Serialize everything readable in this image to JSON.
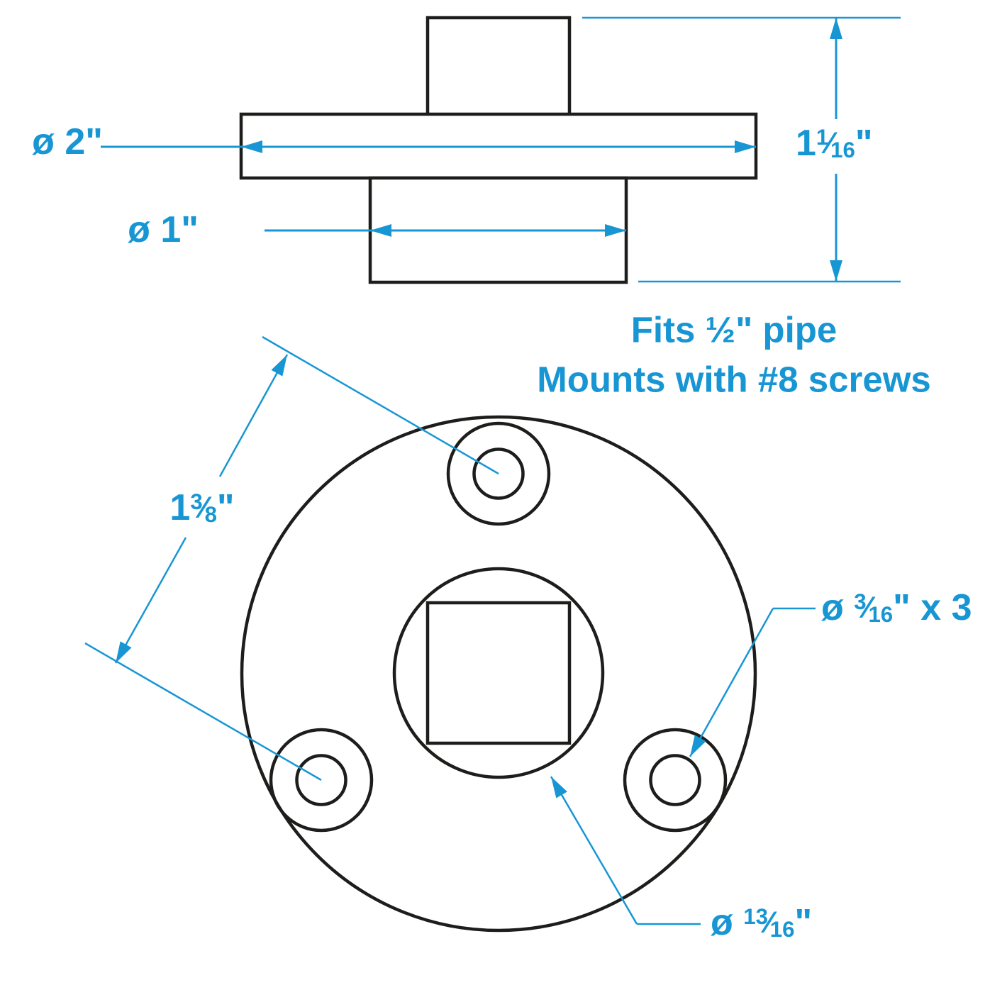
{
  "colors": {
    "accent_blue": "#1896d4",
    "line_black": "#1d1d1b",
    "background": "#ffffff"
  },
  "side_view": {
    "outer_diameter_label": "ø 2\"",
    "socket_diameter_label": "ø 1\"",
    "height_dim": {
      "whole": "1",
      "numerator": "1",
      "fraction_slash": "⁄",
      "denominator": "16",
      "unit": "\""
    }
  },
  "caption": {
    "line1": "Fits ½\" pipe",
    "line2": "Mounts with #8 screws"
  },
  "top_view": {
    "hole_spacing_dim": {
      "whole": "1",
      "numerator": "3",
      "fraction_slash": "⁄",
      "denominator": "8",
      "unit": "\""
    },
    "mount_hole_dim": {
      "prefix": "ø ",
      "numerator": "3",
      "fraction_slash": "⁄",
      "denominator": "16",
      "suffix": "\" x 3"
    },
    "center_bore_dim": {
      "prefix": "ø ",
      "numerator": "13",
      "fraction_slash": "⁄",
      "denominator": "16",
      "suffix": "\""
    }
  }
}
